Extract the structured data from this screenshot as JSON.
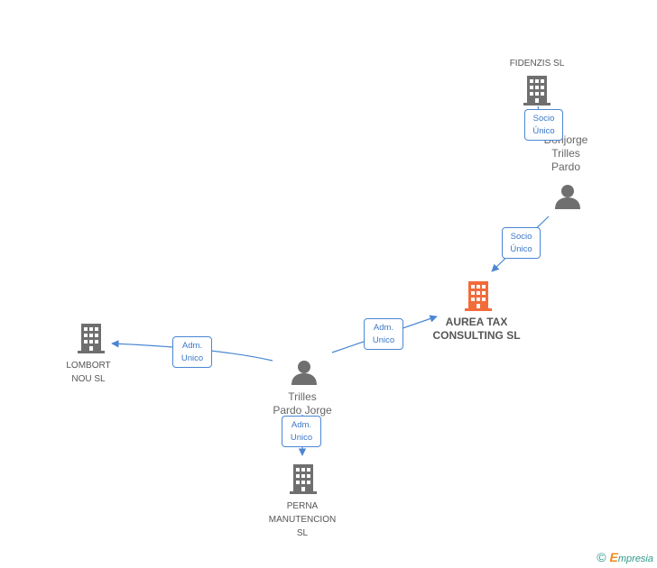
{
  "nodes": {
    "fidenzis": {
      "label": "FIDENZIS  SL",
      "kind": "company"
    },
    "donjorge": {
      "label": "Donjorge\nTrilles\nPardo",
      "kind": "person"
    },
    "aurea": {
      "label": "AUREA TAX\nCONSULTING SL",
      "kind": "company-focus"
    },
    "lombort": {
      "label": "LOMBORT\nNOU SL",
      "kind": "company"
    },
    "trilles": {
      "label": "Trilles\nPardo Jorge",
      "kind": "person"
    },
    "perna": {
      "label": "PERNA\nMANUTENCION\nSL",
      "kind": "company"
    }
  },
  "relations": [
    {
      "id": "r1",
      "label": "Socio\nÚnico",
      "from": "fidenzis",
      "to": "donjorge"
    },
    {
      "id": "r2",
      "label": "Socio\nÚnico",
      "from": "donjorge",
      "to": "aurea"
    },
    {
      "id": "r3",
      "label": "Adm.\nUnico",
      "from": "trilles",
      "to": "aurea"
    },
    {
      "id": "r4",
      "label": "Adm.\nUnico",
      "from": "trilles",
      "to": "lombort"
    },
    {
      "id": "r5",
      "label": "Adm.\nUnico",
      "from": "trilles",
      "to": "perna"
    }
  ],
  "colors": {
    "edge": "#4a86d4",
    "company": "#6f6f6f",
    "company_focus": "#f26b3a",
    "person": "#6f6f6f"
  },
  "footer": {
    "copyright": "©",
    "brand_initial": "E",
    "brand_rest": "mpresia"
  }
}
